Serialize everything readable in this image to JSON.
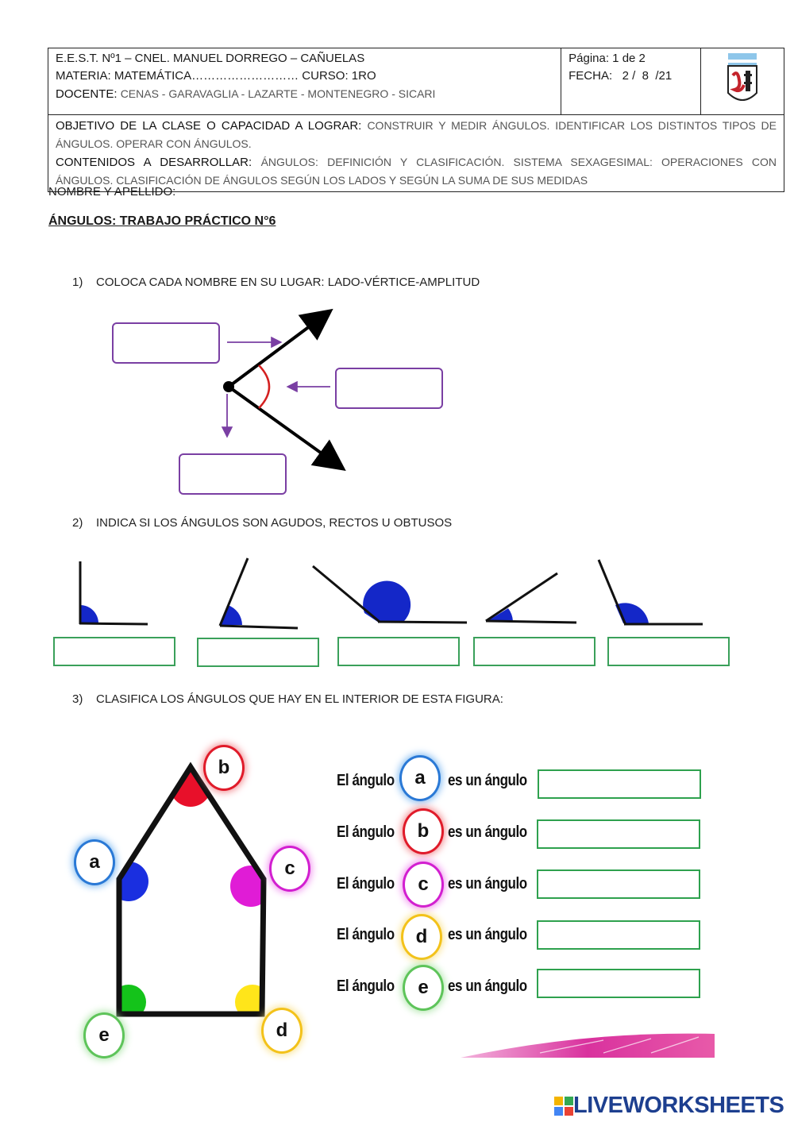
{
  "header": {
    "school": "E.E.S.T. Nº1 – CNEL. MANUEL DORREGO – CAÑUELAS",
    "materia_label": "MATERIA: MATEMÁTICA……………………… CURSO: 1RO",
    "docente_label": "DOCENTE:",
    "docente_value": "CENAS - GARAVAGLIA - LAZARTE - MONTENEGRO - SICARI",
    "pagina": "Página: 1 de 2",
    "fecha": "FECHA:   2 /  8  /21",
    "objetivo_label": "OBJETIVO DE LA CLASE O CAPACIDAD A LOGRAR:",
    "objetivo_value": "CONSTRUIR Y MEDIR ÁNGULOS. IDENTIFICAR LOS DISTINTOS TIPOS DE ÁNGULOS. OPERAR CON ÁNGULOS.",
    "contenidos_label": "CONTENIDOS A DESARROLLAR:",
    "contenidos_value": "ÁNGULOS: DEFINICIÓN Y CLASIFICACIÓN. SISTEMA SEXAGESIMAL: OPERACIONES CON ÁNGULOS. CLASIFICACIÓN DE ÁNGULOS SEGÚN LOS LADOS Y SEGÚN LA SUMA DE SUS MEDIDAS"
  },
  "student": {
    "name_label": "NOMBRE Y APELLIDO:"
  },
  "title": "ÁNGULOS: TRABAJO PRÁCTICO N°6",
  "q1": {
    "num": "1)",
    "text": "COLOCA CADA NOMBRE EN SU LUGAR: LADO-VÉRTICE-AMPLITUD"
  },
  "q2": {
    "num": "2)",
    "text": "INDICA SI LOS ÁNGULOS SON AGUDOS, RECTOS U OBTUSOS"
  },
  "q3": {
    "num": "3)",
    "text": "CLASIFICA LOS ÁNGULOS QUE HAY EN EL INTERIOR DE ESTA FIGURA:",
    "prefix": "El ángulo",
    "suffix": "es un ángulo",
    "rows": [
      {
        "letter": "a",
        "color": "#1e6fd0"
      },
      {
        "letter": "b",
        "color": "#e01b2a"
      },
      {
        "letter": "c",
        "color": "#d21fd0"
      },
      {
        "letter": "d",
        "color": "#f3c21a"
      },
      {
        "letter": "e",
        "color": "#5ec45a"
      }
    ]
  },
  "figure_labels": {
    "a": "a",
    "b": "b",
    "c": "c",
    "d": "d",
    "e": "e"
  },
  "colors": {
    "purple_box": "#7a3fa3",
    "green_box": "#3aa05a",
    "angle_arc_red": "#d42020",
    "angle_fill_blue": "#1427c8"
  },
  "brand": {
    "text": "LIVEWORKSHEETS"
  }
}
